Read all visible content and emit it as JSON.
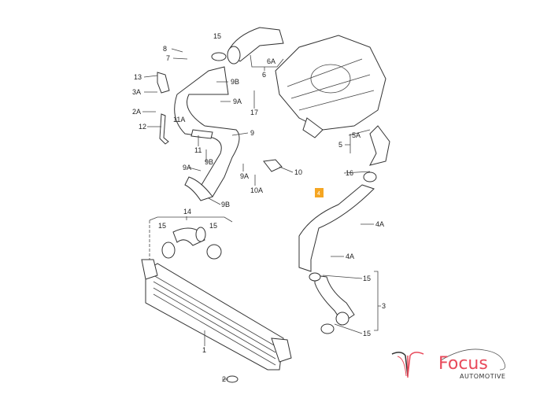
{
  "diagram": {
    "labels": [
      "8",
      "15",
      "7",
      "6A",
      "6",
      "13",
      "9B",
      "3A",
      "9A",
      "17",
      "2A",
      "11A",
      "12",
      "9",
      "11",
      "5A",
      "5",
      "9B",
      "9A",
      "9A",
      "10",
      "16",
      "10A",
      "4",
      "9B",
      "14",
      "4A",
      "15",
      "15",
      "4A",
      "15",
      "3",
      "1",
      "15",
      "2"
    ],
    "highlight_color": "#f5a623"
  },
  "brand": {
    "name": "Focus",
    "tagline": "AUTOMOTIVE",
    "accent_color": "#e84a5b"
  }
}
